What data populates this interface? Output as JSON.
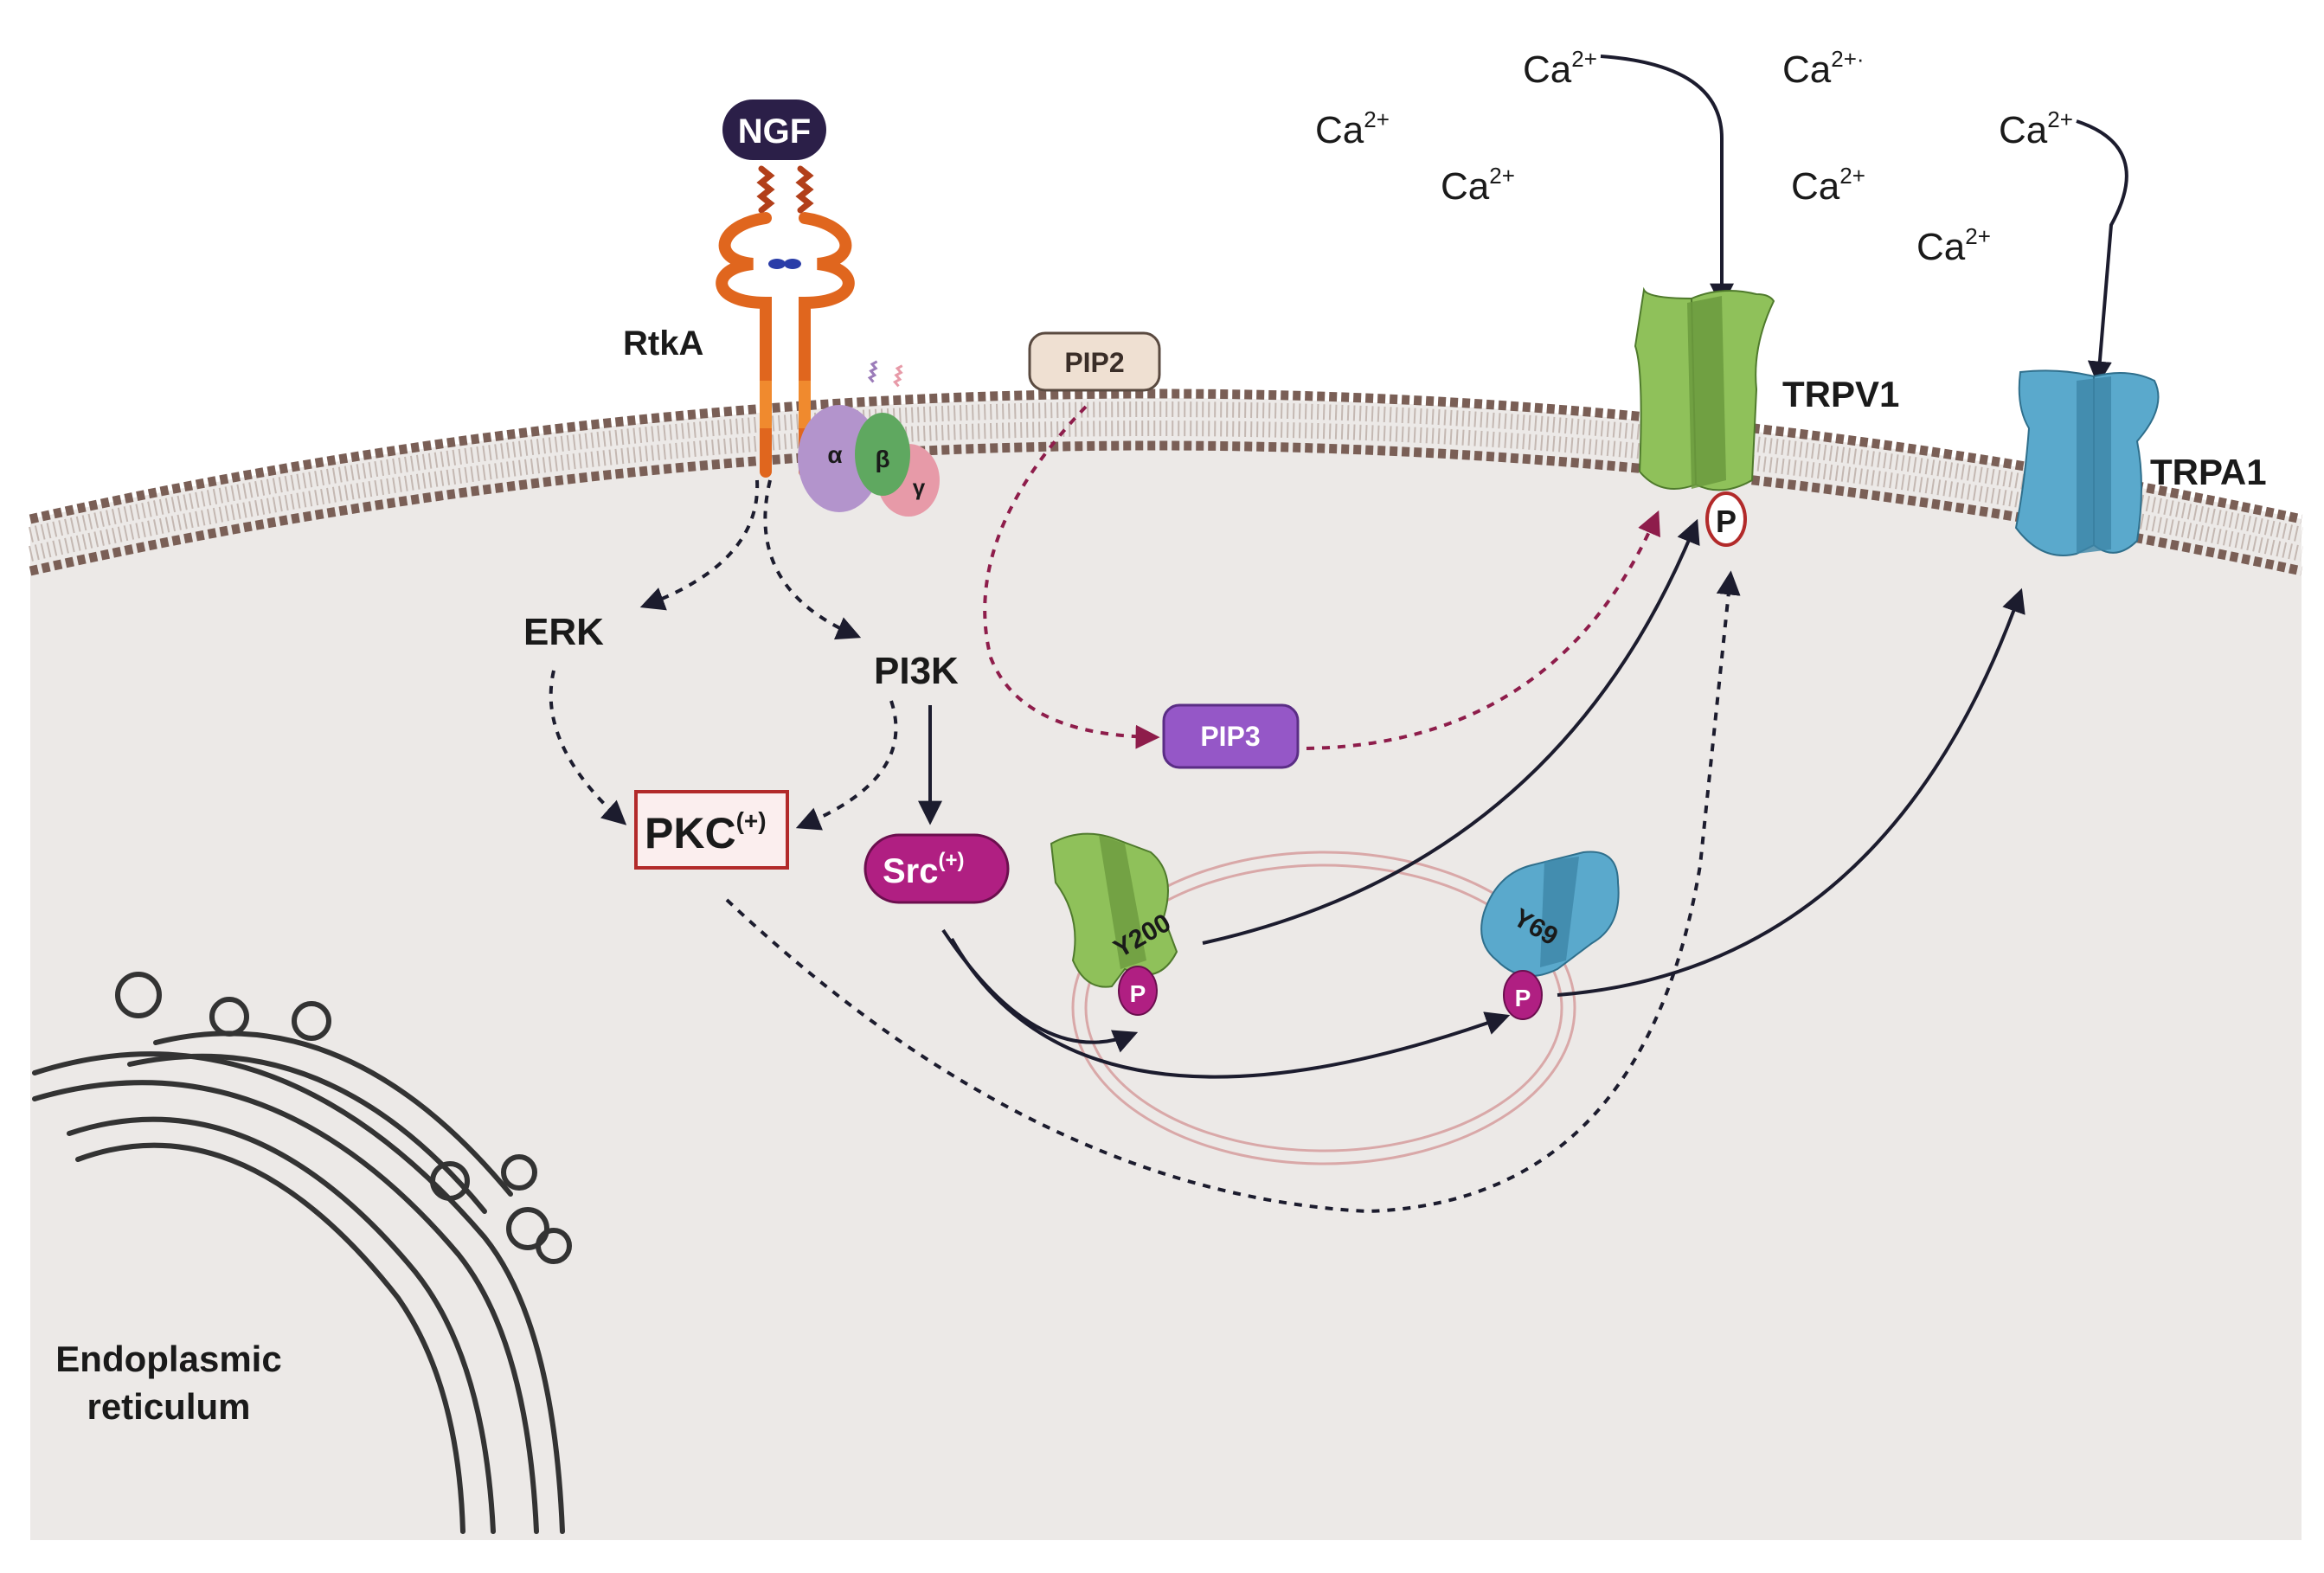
{
  "labels": {
    "ngf": "NGF",
    "rtka": "RtkA",
    "pip2": "PIP2",
    "pip3": "PIP3",
    "trpv1": "TRPV1",
    "trpa1": "TRPA1",
    "erk": "ERK",
    "pi3k": "PI3K",
    "pkc": "PKC",
    "pkc_sup": "(+)",
    "src": "Src",
    "src_sup": "(+)",
    "alpha": "α",
    "beta": "β",
    "gamma": "γ",
    "y200": "Y200",
    "y69": "Y69",
    "p": "P",
    "er_line1": "Endoplasmic",
    "er_line2": "reticulum"
  },
  "ions": [
    {
      "base": "Ca",
      "sup": "2+"
    },
    {
      "base": "Ca",
      "sup": "2+·"
    },
    {
      "base": "Ca",
      "sup": "2+"
    },
    {
      "base": "Ca",
      "sup": "2+"
    },
    {
      "base": "Ca",
      "sup": "2+"
    },
    {
      "base": "Ca",
      "sup": "2+"
    },
    {
      "base": "Ca",
      "sup": "2+"
    }
  ],
  "colors": {
    "cytoplasm": "#ece9e7",
    "membrane_head": "#7a5f56",
    "ngf_fill": "#2b1f48",
    "receptor": "#e0661e",
    "receptor_dark": "#b23f1a",
    "trpv1": "#8fc15a",
    "trpv1_dark": "#6b9a3e",
    "trpa1": "#5aa9cc",
    "trpa1_dark": "#3d86a8",
    "pip2_fill": "#efe0d2",
    "pip3_fill": "#9557c7",
    "pkc_border": "#b22a2a",
    "src_fill": "#b01f82",
    "p_fill": "#b01f82",
    "g_alpha": "#b394cc",
    "g_beta": "#5fa860",
    "g_gamma": "#e79aa8",
    "dotted_magenta": "#8e1d4b",
    "arrow": "#1c1c2e",
    "vesicle": "#d9a8a8"
  }
}
